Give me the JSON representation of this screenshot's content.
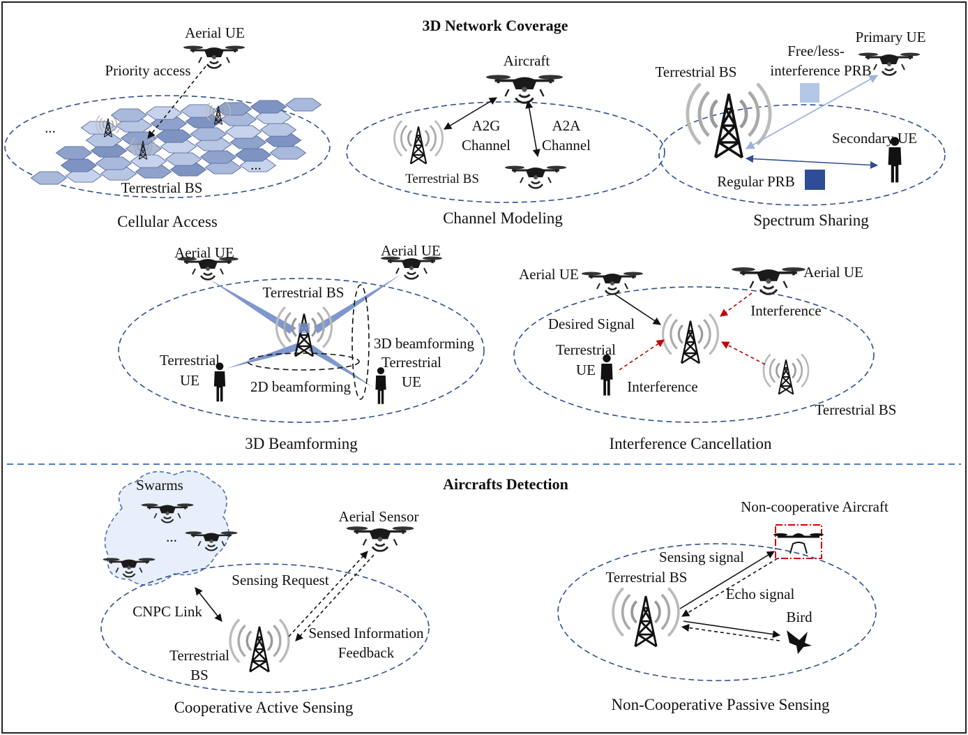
{
  "sections": {
    "top_title": "3D Network Coverage",
    "bottom_title": "Aircrafts Detection"
  },
  "panels": {
    "cellular": {
      "caption": "Cellular Access",
      "aerial_ue": "Aerial UE",
      "priority": "Priority access",
      "bs": "Terrestrial BS",
      "dots1": "...",
      "dots2": "..."
    },
    "channel": {
      "caption": "Channel Modeling",
      "aircraft": "Aircraft",
      "a2g1": "A2G",
      "a2g2": "Channel",
      "a2a1": "A2A",
      "a2a2": "Channel",
      "bs": "Terrestrial BS"
    },
    "spectrum": {
      "caption": "Spectrum Sharing",
      "primary": "Primary  UE",
      "free1": "Free/less-",
      "free2": "interference PRB",
      "bs": "Terrestrial BS",
      "secondary": "Secondary  UE",
      "regular": "Regular PRB"
    },
    "beam": {
      "caption": "3D Beamforming",
      "aerial1": "Aerial UE",
      "aerial2": "Aerial UE",
      "bs": "Terrestrial BS",
      "tue1a": "Terrestrial",
      "tue1b": "UE",
      "beam2d": "2D beamforming",
      "beam3d": "3D beamforming",
      "tue2a": "Terrestrial",
      "tue2b": "UE"
    },
    "interf": {
      "caption": "Interference Cancellation",
      "aerial1": "Aerial UE",
      "aerial2": "Aerial UE",
      "interference1": "Interference",
      "desired": "Desired Signal",
      "tue1": "Terrestrial",
      "tue2": "UE",
      "interference2": "Interference",
      "bs": "Terrestrial BS"
    },
    "coop": {
      "caption": "Cooperative Active Sensing",
      "swarms": "Swarms",
      "dots": "...",
      "aerial_sensor": "Aerial Sensor",
      "request": "Sensing Request",
      "cnpc": "CNPC Link",
      "feedback1": "Sensed Information",
      "feedback2": "Feedback",
      "bs1": "Terrestrial",
      "bs2": "BS"
    },
    "noncoop": {
      "caption": "Non-Cooperative Passive Sensing",
      "aircraft": "Non-cooperative Aircraft",
      "sensing": "Sensing signal",
      "bs": "Terrestrial BS",
      "echo": "Echo signal",
      "bird": "Bird"
    }
  },
  "colors": {
    "ellipse": "#2f4f8f",
    "hex": "#8fa2cc",
    "beam": "#7f97cf",
    "prb_light": "#b4c7e7",
    "prb_dark": "#2e4d96",
    "interference_arrow": "#c00000"
  }
}
